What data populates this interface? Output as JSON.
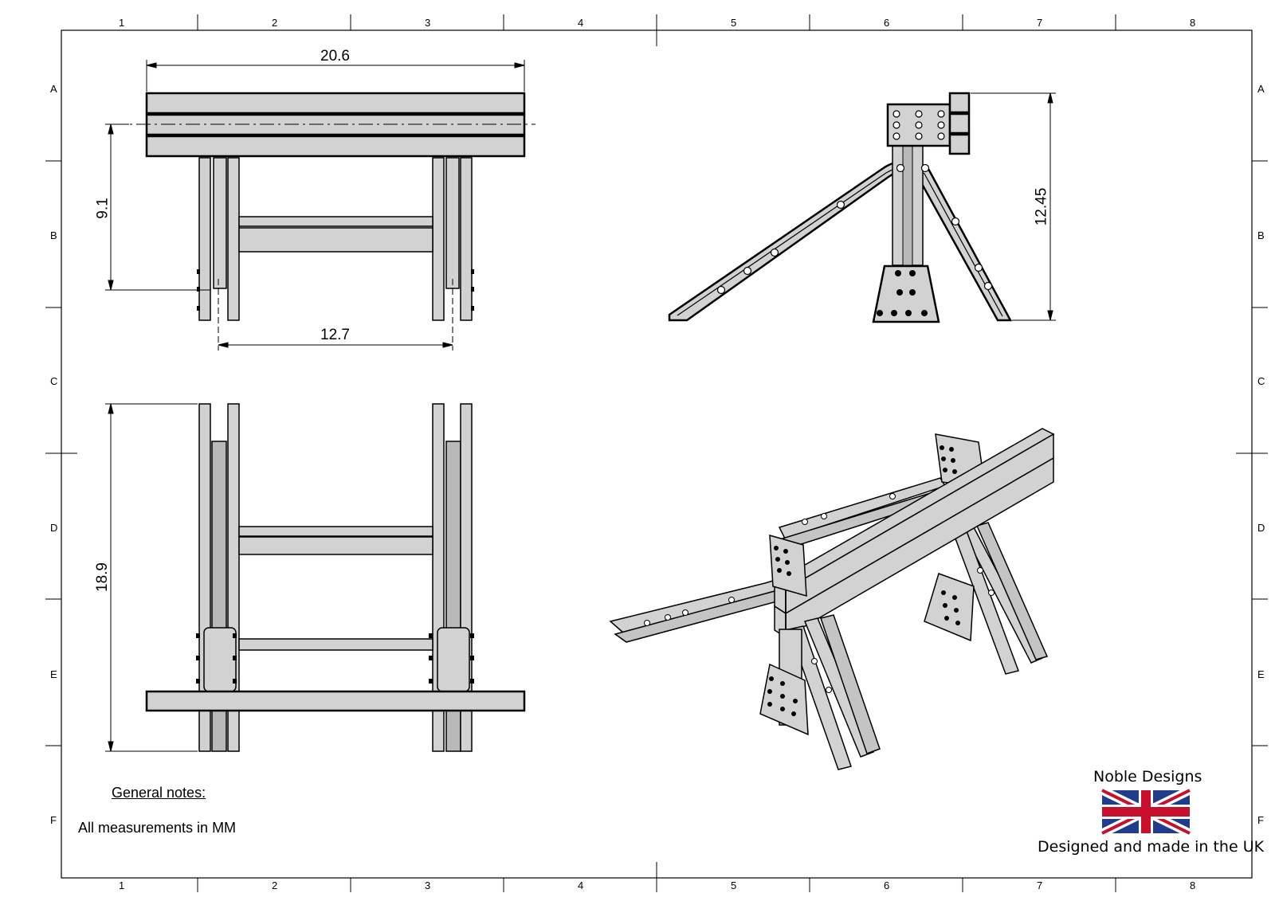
{
  "sheet": {
    "columns": [
      "1",
      "2",
      "3",
      "4",
      "5",
      "6",
      "7",
      "8"
    ],
    "rows": [
      "A",
      "B",
      "C",
      "D",
      "E",
      "F"
    ]
  },
  "dimensions": {
    "top_width": "20.6",
    "top_height": "9.1",
    "top_spacing": "12.7",
    "side_height": "12.45",
    "front_height": "18.9"
  },
  "notes": {
    "title": "General notes:",
    "body": "All measurements in MM"
  },
  "branding": {
    "company": "Noble Designs",
    "tagline": "Designed and made in the UK",
    "flag": "union-jack"
  },
  "colors": {
    "part_fill": "#d2d2d2",
    "part_dark": "#b9b9b9",
    "line": "#000000",
    "flag_blue": "#1f3d8c",
    "flag_red": "#c8102e"
  }
}
